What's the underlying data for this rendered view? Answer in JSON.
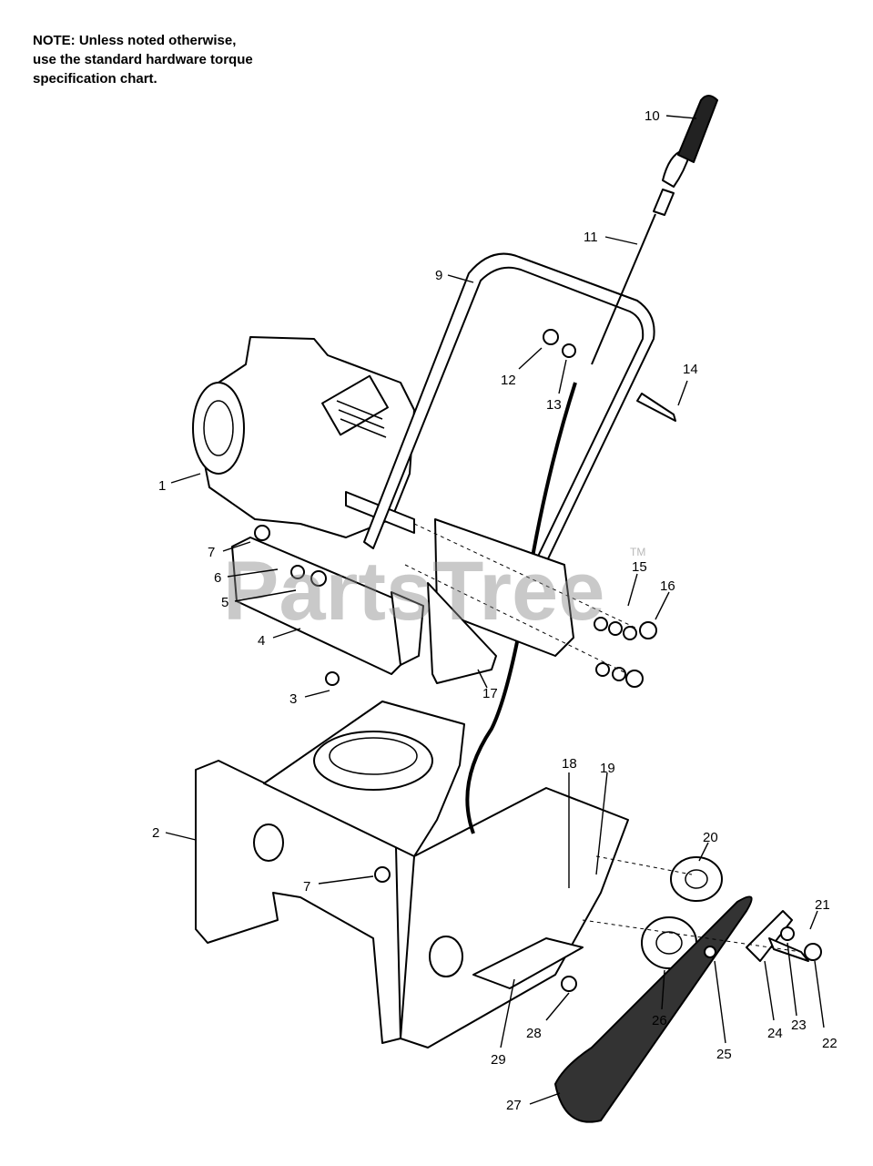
{
  "note": {
    "line1": "NOTE: Unless noted otherwise,",
    "line2": "use the standard hardware torque",
    "line3": "specification chart."
  },
  "watermark": {
    "text": "PartsTree",
    "tm": "TM"
  },
  "callouts": {
    "c1": "1",
    "c2": "2",
    "c3": "3",
    "c4": "4",
    "c5": "5",
    "c6": "6",
    "c7a": "7",
    "c7b": "7",
    "c9": "9",
    "c10": "10",
    "c11": "11",
    "c12": "12",
    "c13": "13",
    "c14": "14",
    "c15": "15",
    "c16": "16",
    "c17": "17",
    "c18": "18",
    "c19": "19",
    "c20": "20",
    "c21": "21",
    "c22": "22",
    "c23": "23",
    "c24": "24",
    "c25": "25",
    "c26": "26",
    "c27": "27",
    "c28": "28",
    "c29": "29"
  }
}
